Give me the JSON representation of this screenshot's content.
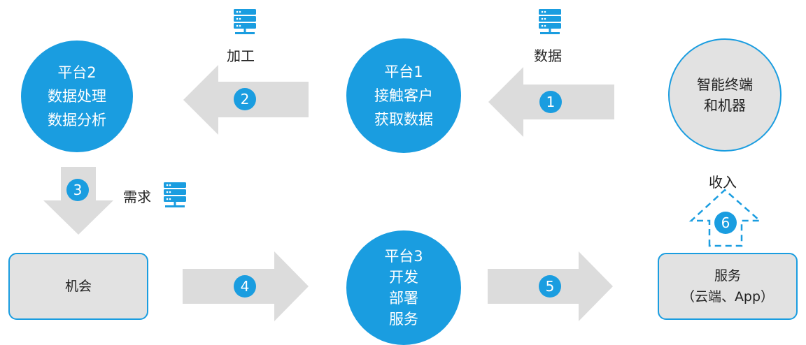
{
  "nodes": {
    "platform2": {
      "lines": [
        "平台2",
        "数据处理",
        "数据分析"
      ]
    },
    "platform1": {
      "lines": [
        "平台1",
        "接触客户",
        "获取数据"
      ]
    },
    "terminal": {
      "lines": [
        "智能终端",
        "和机器"
      ]
    },
    "opportunity": {
      "label": "机会"
    },
    "platform3": {
      "lines": [
        "平台3",
        "开发",
        "部署",
        "服务"
      ]
    },
    "service": {
      "lines": [
        "服务",
        "（云端、App）"
      ]
    }
  },
  "labels": {
    "process": "加工",
    "data": "数据",
    "demand": "需求",
    "income": "收入"
  },
  "steps": [
    "1",
    "2",
    "3",
    "4",
    "5",
    "6"
  ],
  "colors": {
    "accent": "#1a9de0",
    "arrow": "#dcdcdc",
    "node_gray": "#e2e2e2"
  },
  "icons": {
    "server": "server-stack-icon"
  }
}
